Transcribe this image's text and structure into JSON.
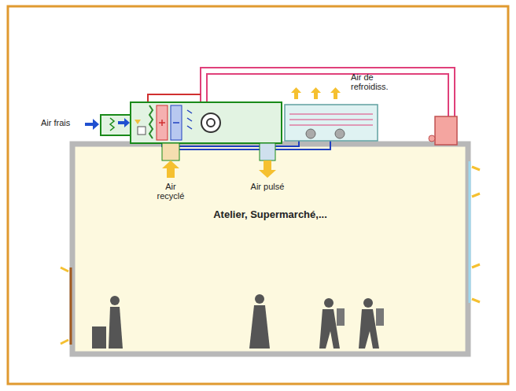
{
  "diagram": {
    "nodes": [
      {
        "text": [
          "Atelier, Supermarché,..."
        ]
      }
    ],
    "labels": [
      "Air frais",
      "Air recyclé",
      "Air pulsé",
      "Air de refroidiss."
    ]
  }
}
